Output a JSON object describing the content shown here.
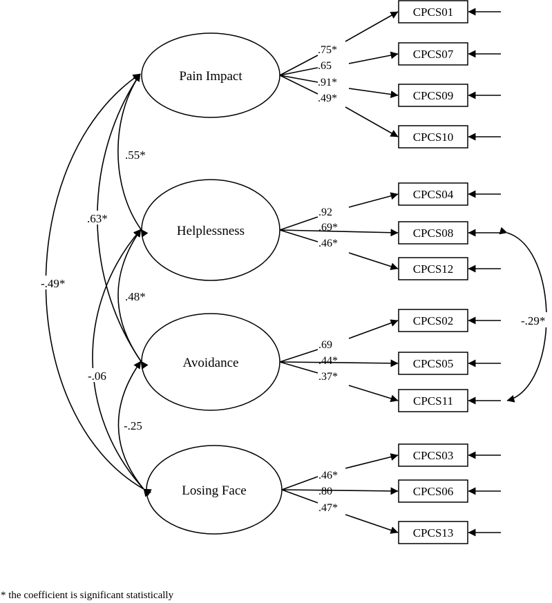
{
  "factors": [
    {
      "id": "pain-impact",
      "label": "Pain Impact"
    },
    {
      "id": "helplessness",
      "label": "Helplessness"
    },
    {
      "id": "avoidance",
      "label": "Avoidance"
    },
    {
      "id": "losing-face",
      "label": "Losing Face"
    }
  ],
  "items": [
    {
      "label": "CPCS01",
      "factor": "pain-impact",
      "loading": ".75*"
    },
    {
      "label": "CPCS07",
      "factor": "pain-impact",
      "loading": ".65"
    },
    {
      "label": "CPCS09",
      "factor": "pain-impact",
      "loading": ".91*"
    },
    {
      "label": "CPCS10",
      "factor": "pain-impact",
      "loading": ".49*"
    },
    {
      "label": "CPCS04",
      "factor": "helplessness",
      "loading": ".92"
    },
    {
      "label": "CPCS08",
      "factor": "helplessness",
      "loading": ".69*"
    },
    {
      "label": "CPCS12",
      "factor": "helplessness",
      "loading": ".46*"
    },
    {
      "label": "CPCS02",
      "factor": "avoidance",
      "loading": ".69"
    },
    {
      "label": "CPCS05",
      "factor": "avoidance",
      "loading": ".44*"
    },
    {
      "label": "CPCS11",
      "factor": "avoidance",
      "loading": ".37*"
    },
    {
      "label": "CPCS03",
      "factor": "losing-face",
      "loading": ".46*"
    },
    {
      "label": "CPCS06",
      "factor": "losing-face",
      "loading": ".80"
    },
    {
      "label": "CPCS13",
      "factor": "losing-face",
      "loading": ".47*"
    }
  ],
  "factor_correlations": [
    {
      "from": "pain-impact",
      "to": "helplessness",
      "value": ".55*"
    },
    {
      "from": "pain-impact",
      "to": "avoidance",
      "value": ".63*"
    },
    {
      "from": "pain-impact",
      "to": "losing-face",
      "value": "-.49*"
    },
    {
      "from": "helplessness",
      "to": "avoidance",
      "value": ".48*"
    },
    {
      "from": "helplessness",
      "to": "losing-face",
      "value": "-.06"
    },
    {
      "from": "avoidance",
      "to": "losing-face",
      "value": "-.25"
    }
  ],
  "error_correlation": {
    "from": "CPCS08",
    "to": "CPCS11",
    "value": "-.29*"
  },
  "footnote": "* the coefficient is significant statistically"
}
